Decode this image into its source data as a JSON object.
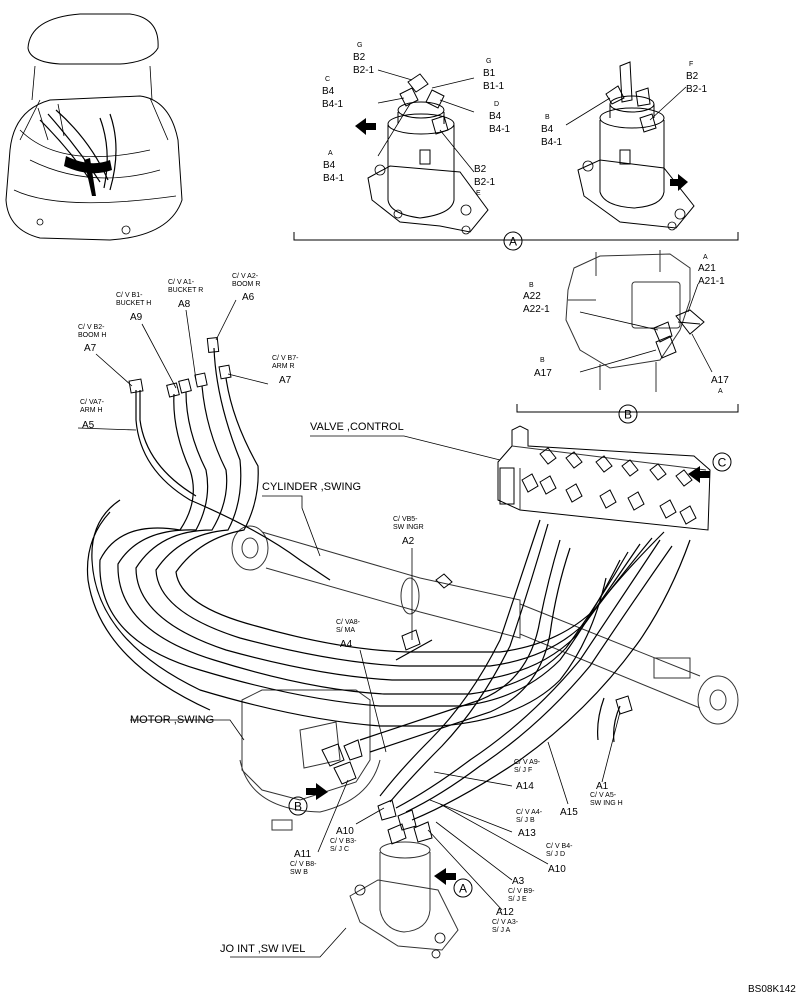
{
  "diagram_id": "BS08K142",
  "components": {
    "valve_control": "VALVE ,CONTROL",
    "cylinder_swing": "CYLINDER ,SWING",
    "motor_swing": "MOTOR ,SWING",
    "joint_swivel": "JO INT ,SW IVEL"
  },
  "view_markers": {
    "a": "A",
    "b": "B",
    "c": "C"
  },
  "callouts": {
    "hoses_left": [
      {
        "id": "a5",
        "small": "C/ VA7-\nARM H",
        "code": "A5"
      },
      {
        "id": "a7l",
        "small": "C/ V B2-\nBOOM H",
        "code": "A7"
      },
      {
        "id": "a9",
        "small": "C/ V B1-\nBUCKET H",
        "code": "A9"
      },
      {
        "id": "a8",
        "small": "C/ V A1-\nBUCKET R",
        "code": "A8"
      },
      {
        "id": "a6",
        "small": "C/ V A2-\nBOOM R",
        "code": "A6"
      },
      {
        "id": "a7r",
        "small": "C/ V B7-\nARM R",
        "code": "A7"
      }
    ],
    "center": [
      {
        "id": "a2",
        "small": "C/ VB5-\nSW INGR",
        "code": "A2"
      },
      {
        "id": "a4",
        "small": "C/ VA8-\nS/ MA",
        "code": "A4"
      }
    ],
    "bottom": [
      {
        "id": "a14",
        "small": "C/ V A9-\nS/ J F",
        "code": "A14"
      },
      {
        "id": "a15",
        "code": "A15"
      },
      {
        "id": "a1",
        "small": "C/ V A5-\nSW ING H",
        "code": "A1"
      },
      {
        "id": "a13",
        "small": "C/ V A4-\nS/ J B",
        "code": "A13"
      },
      {
        "id": "a10r",
        "small": "C/ V B4-\nS/ J D",
        "code": "A10"
      },
      {
        "id": "a3",
        "small": "C/ V B9-\nS/ J E",
        "code": "A3"
      },
      {
        "id": "a12",
        "small": "C/ V A3-\nS/ J A",
        "code": "A12"
      },
      {
        "id": "a10l",
        "small": "C/ V B3-\nS/ J C",
        "code": "A10"
      },
      {
        "id": "a11",
        "small": "C/ V B8-\nSW B",
        "code": "A11"
      }
    ],
    "view_a_left": [
      {
        "id": "g",
        "letter": "G",
        "codes": [
          "B2",
          "B2-1"
        ]
      },
      {
        "id": "c",
        "letter": "C",
        "codes": [
          "B4",
          "B4-1"
        ]
      },
      {
        "id": "g2",
        "letter": "G",
        "codes": [
          "B1",
          "B1-1"
        ]
      },
      {
        "id": "d",
        "letter": "D",
        "codes": [
          "B4",
          "B4-1"
        ]
      },
      {
        "id": "a",
        "letter": "A",
        "codes": [
          "B4",
          "B4-1"
        ]
      },
      {
        "id": "e",
        "letter": "E",
        "codes": [
          "B2",
          "B2-1"
        ]
      }
    ],
    "view_a_right": [
      {
        "id": "f",
        "letter": "F",
        "codes": [
          "B2",
          "B2-1"
        ]
      },
      {
        "id": "b",
        "letter": "B",
        "codes": [
          "B4",
          "B4-1"
        ]
      }
    ],
    "view_b": [
      {
        "id": "a21",
        "letter": "A",
        "codes": [
          "A21",
          "A21-1"
        ]
      },
      {
        "id": "a22",
        "letter": "B",
        "codes": [
          "A22",
          "A22-1"
        ]
      },
      {
        "id": "a17l",
        "letter": "B",
        "codes": [
          "A17"
        ]
      },
      {
        "id": "a17r",
        "letter": "A",
        "codes": [
          "A17"
        ]
      }
    ]
  }
}
